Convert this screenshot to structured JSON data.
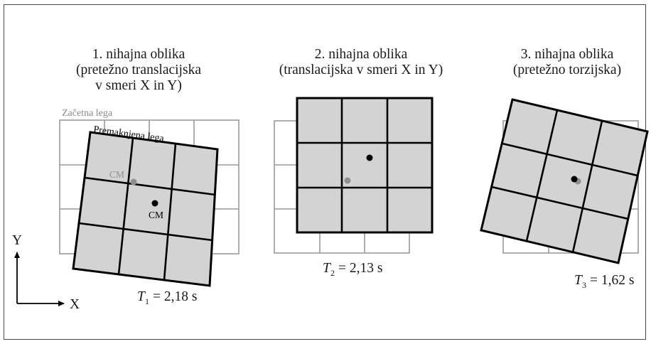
{
  "panels": [
    {
      "id": "mode-1",
      "title_lines": [
        "1. nihajna oblika",
        "(pretežno translacijska",
        "v smeri X in Y)"
      ],
      "initial_label": "Začetna lega",
      "displaced_label": "Premaknjena lega",
      "cm_initial_label": "CM",
      "cm_displaced_label": "CM",
      "period_symbol": "T",
      "period_index": "1",
      "period_value": "= 2,18 s"
    },
    {
      "id": "mode-2",
      "title_lines": [
        "2. nihajna oblika",
        "(translacijska v smeri X in Y)"
      ],
      "period_symbol": "T",
      "period_index": "2",
      "period_value": "= 2,13 s"
    },
    {
      "id": "mode-3",
      "title_lines": [
        "3. nihajna oblika",
        "(pretežno torzijska)"
      ],
      "period_symbol": "T",
      "period_index": "3",
      "period_value": "= 1,62 s"
    }
  ],
  "axes": {
    "x_label": "X",
    "y_label": "Y"
  },
  "colors": {
    "frame": "#4a4a4a",
    "initial_grid": "#9a9a9a",
    "displaced_fill": "#d3d3d3",
    "displaced_lines": "#000000",
    "cm_initial": "#8f8f8f",
    "cm_displaced": "#000000",
    "text": "#1a1a1a",
    "initial_label_text": "#8a8a8a"
  }
}
